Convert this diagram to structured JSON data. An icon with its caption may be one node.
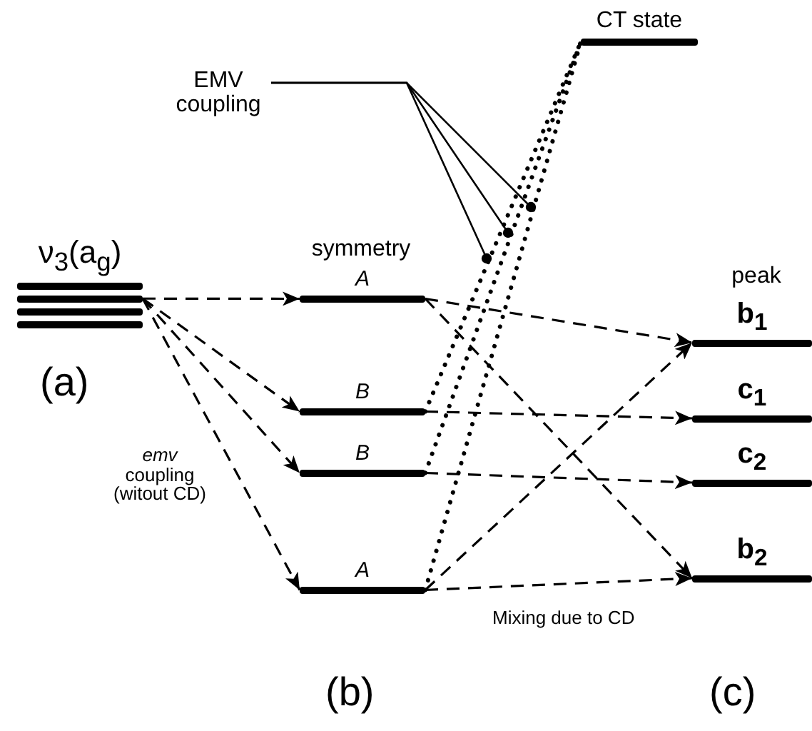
{
  "diagram": {
    "nodes": [
      {
        "text": [
          "ν$_{3}$(a$_{g}$)"
        ]
      },
      {
        "text": [
          "A"
        ]
      },
      {
        "text": [
          "B"
        ]
      },
      {
        "text": [
          "B"
        ]
      },
      {
        "text": [
          "A"
        ]
      },
      {
        "text": [
          "CT state"
        ]
      },
      {
        "text": [
          "b$_{1}$"
        ]
      },
      {
        "text": [
          "c$_{1}$"
        ]
      },
      {
        "text": [
          "c$_{2}$"
        ]
      },
      {
        "text": [
          "b$_{2}$"
        ]
      },
      {
        "text": [
          "EMV coupling"
        ]
      }
    ],
    "edges": [
      {
        "from": 0,
        "to": 1,
        "arrow": "to",
        "style": "dashed"
      },
      {
        "from": 0,
        "to": 2,
        "arrow": "to",
        "style": "dashed"
      },
      {
        "from": 0,
        "to": 3,
        "arrow": "to",
        "style": "dashed"
      },
      {
        "from": 0,
        "to": 4,
        "arrow": "to",
        "style": "dashed"
      },
      {
        "from": 1,
        "to": 6,
        "arrow": "to",
        "style": "dashed"
      },
      {
        "from": 1,
        "to": 9,
        "arrow": "to",
        "style": "dashed"
      },
      {
        "from": 2,
        "to": 7,
        "arrow": "to",
        "style": "dashed"
      },
      {
        "from": 3,
        "to": 8,
        "arrow": "to",
        "style": "dashed"
      },
      {
        "from": 4,
        "to": 6,
        "arrow": "to",
        "style": "dashed"
      },
      {
        "from": 4,
        "to": 9,
        "arrow": "to",
        "style": "dashed"
      },
      {
        "from": 2,
        "to": 5,
        "arrow": "none",
        "style": "dashed"
      },
      {
        "from": 3,
        "to": 5,
        "arrow": "none",
        "style": "dashed"
      },
      {
        "from": 4,
        "to": 5,
        "arrow": "none",
        "style": "dashed"
      },
      {
        "from": 10,
        "to": null,
        "arrow": "other"
      },
      {
        "from": 10,
        "to": null,
        "arrow": "other"
      },
      {
        "from": 10,
        "to": null,
        "arrow": "other"
      }
    ],
    "labels": [
      "symmetry",
      "peak",
      "(a)",
      "*emv* coupling (witout CD)",
      "Mixing due to CD",
      "(b)",
      "(c)"
    ]
  }
}
